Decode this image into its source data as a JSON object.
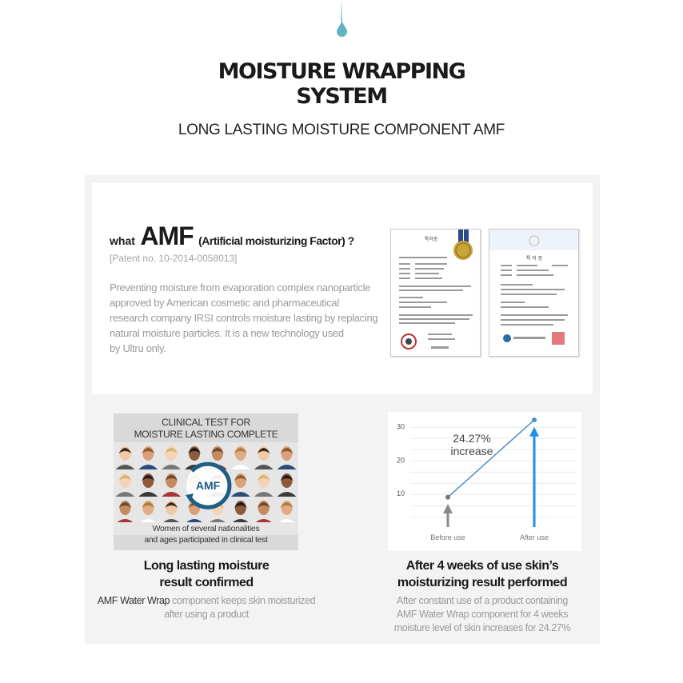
{
  "header": {
    "title_line1": "MOISTURE WRAPPING",
    "title_line2": "SYSTEM",
    "subtitle": "LONG LASTING MOISTURE COMPONENT AMF"
  },
  "amf": {
    "prefix": "what",
    "name": "AMF",
    "full_name": "(Artificial moisturizing Factor) ?",
    "patent": "[Patent no. 10-2014-0058013]",
    "desc_lines": [
      "Preventing moisture from evaporation complex nanoparticle",
      "approved by American cosmetic and pharmaceutical",
      "research company IRSI controls moisture lasting by replacing",
      "natural moisture particles. It is a new technology used",
      "by Ultru only."
    ],
    "cert1_title": "특허증",
    "cert2_title": "특 허 증"
  },
  "clinical": {
    "title_line1": "CLINICAL TEST FOR",
    "title_line2": "MOISTURE LASTING COMPLETE",
    "badge": "AMF",
    "caption_line1": "Women of several nationalities",
    "caption_line2": "and ages participated in clinical test",
    "heading_line1": "Long lasting moisture",
    "heading_line2": "result confirmed",
    "desc_bold": "AMF Water Wrap",
    "desc_rest": " component keeps skin moisturized",
    "desc_line2": "after using a product"
  },
  "result": {
    "heading_line1": "After 4 weeks of use skin’s",
    "heading_line2": "moisturizing result performed",
    "desc_lines": [
      "After constant use of a product containing",
      "AMF Water Wrap component for 4 weeks",
      "moisture level of skin increases for 24.27%"
    ]
  },
  "chart_data": {
    "type": "line",
    "categories": [
      "Before use",
      "After use"
    ],
    "values": [
      8.9,
      32
    ],
    "y_ticks": [
      10,
      20,
      30
    ],
    "ylim": [
      0,
      32
    ],
    "annotation_line1": "24.27%",
    "annotation_line2": "increase",
    "line_color": "#4a90c9",
    "arrow_before_color": "#8a8a8a",
    "arrow_after_color": "#1e8fe8"
  },
  "colors": {
    "drop": "#5fb3c2",
    "panel_bg": "#f3f3f3",
    "badge_arc": "#1e5f86"
  }
}
